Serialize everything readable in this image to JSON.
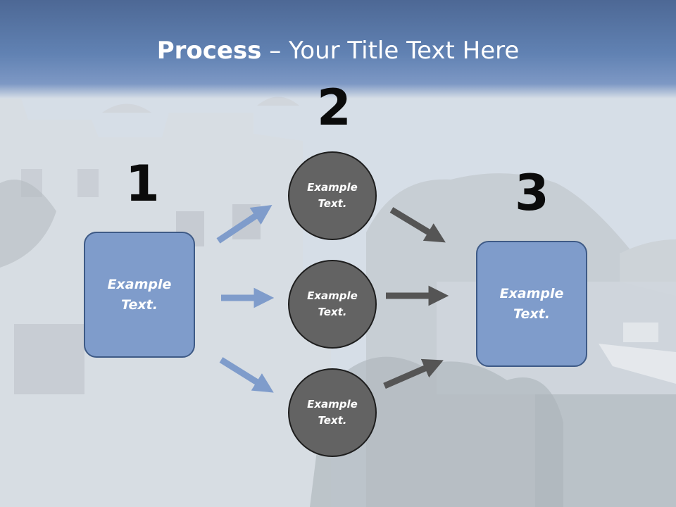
{
  "slide": {
    "title_bold": "Process",
    "title_rest": " – Your Title Text Here",
    "steps": {
      "step1_number": "1",
      "step2_number": "2",
      "step3_number": "3"
    },
    "left_box": {
      "label": "Example\nText."
    },
    "circles": [
      {
        "label": "Example\nText."
      },
      {
        "label": "Example\nText."
      },
      {
        "label": "Example\nText."
      }
    ],
    "right_box": {
      "label": "Example\nText."
    }
  },
  "colors": {
    "title_band": "#5677a8",
    "box_fill": "#7f9ccb",
    "circle_fill": "#636363",
    "arrow_blue": "#7f9ccb",
    "arrow_gray": "#555555"
  }
}
